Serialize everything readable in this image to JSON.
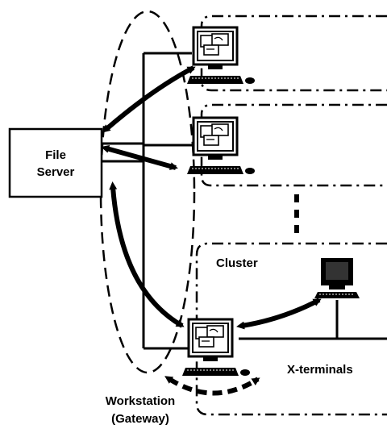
{
  "file_server": {
    "line1": "File",
    "line2": "Server"
  },
  "cluster": {
    "label": "Cluster"
  },
  "x_terminals": {
    "label": "X-terminals"
  },
  "workstation": {
    "line1": "Workstation",
    "line2": "(Gateway)"
  },
  "icons": {
    "workstation": "workstation-computer-icon",
    "x_terminal": "x-terminal-icon"
  },
  "colors": {
    "ink": "#000000",
    "background": "#ffffff"
  }
}
